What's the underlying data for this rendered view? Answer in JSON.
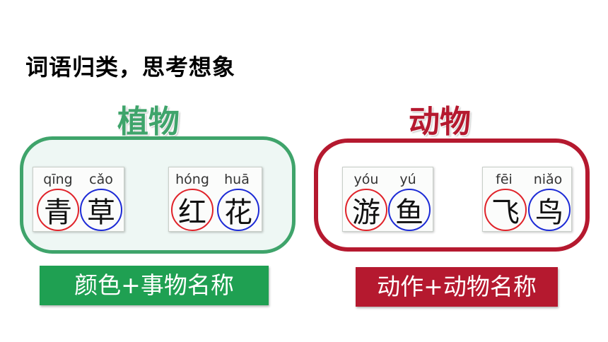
{
  "title": "词语归类，思考想象",
  "colors": {
    "plant": "#3fa46b",
    "plant_bg": "#eef7f4",
    "animal": "#b5192f",
    "animal_bg": "#ffffff",
    "red_circle": "#e0232a",
    "blue_circle": "#1d2bd6"
  },
  "groups": [
    {
      "label": "植物",
      "rule": "颜色+事物名称",
      "words": [
        {
          "chars": [
            {
              "pinyin": "qīng",
              "hanzi": "青"
            },
            {
              "pinyin": "cǎo",
              "hanzi": "草"
            }
          ]
        },
        {
          "chars": [
            {
              "pinyin": "hóng",
              "hanzi": "红"
            },
            {
              "pinyin": "huā",
              "hanzi": "花"
            }
          ]
        }
      ]
    },
    {
      "label": "动物",
      "rule": "动作+动物名称",
      "words": [
        {
          "chars": [
            {
              "pinyin": "yóu",
              "hanzi": "游"
            },
            {
              "pinyin": "yú",
              "hanzi": "鱼"
            }
          ]
        },
        {
          "chars": [
            {
              "pinyin": "fēi",
              "hanzi": "飞"
            },
            {
              "pinyin": "niǎo",
              "hanzi": "鸟"
            }
          ]
        }
      ]
    }
  ]
}
